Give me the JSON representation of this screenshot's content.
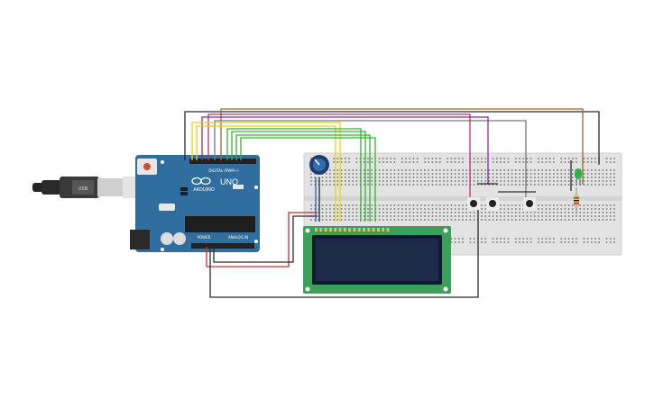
{
  "arduino": {
    "brand": "ARDUINO",
    "model": "UNO",
    "digital_label": "DIGITAL (PWM~)",
    "power_label": "POWER",
    "analog_label": "ANALOG IN",
    "usb_label": "USB"
  },
  "colors": {
    "wire_black": "#2b2b2b",
    "wire_red": "#d42a2a",
    "wire_yellow": "#e8d21c",
    "wire_green": "#34b334",
    "wire_purple": "#8a2a9e",
    "wire_magenta": "#b8327a",
    "wire_brown": "#9a6a2a",
    "wire_gray": "#7a7a7a",
    "wire_blue": "#2a5ad4",
    "arduino_board": "#2f6e9f",
    "lcd_pcb": "#3aa05a",
    "lcd_screen": "#1d2a48",
    "breadboard": "#e3e3e3",
    "led": "#2bb34a"
  },
  "components": [
    "arduino-uno",
    "usb-cable",
    "breadboard",
    "lcd-16x2",
    "potentiometer",
    "pushbutton-1",
    "pushbutton-2",
    "pushbutton-3",
    "led",
    "resistor"
  ]
}
